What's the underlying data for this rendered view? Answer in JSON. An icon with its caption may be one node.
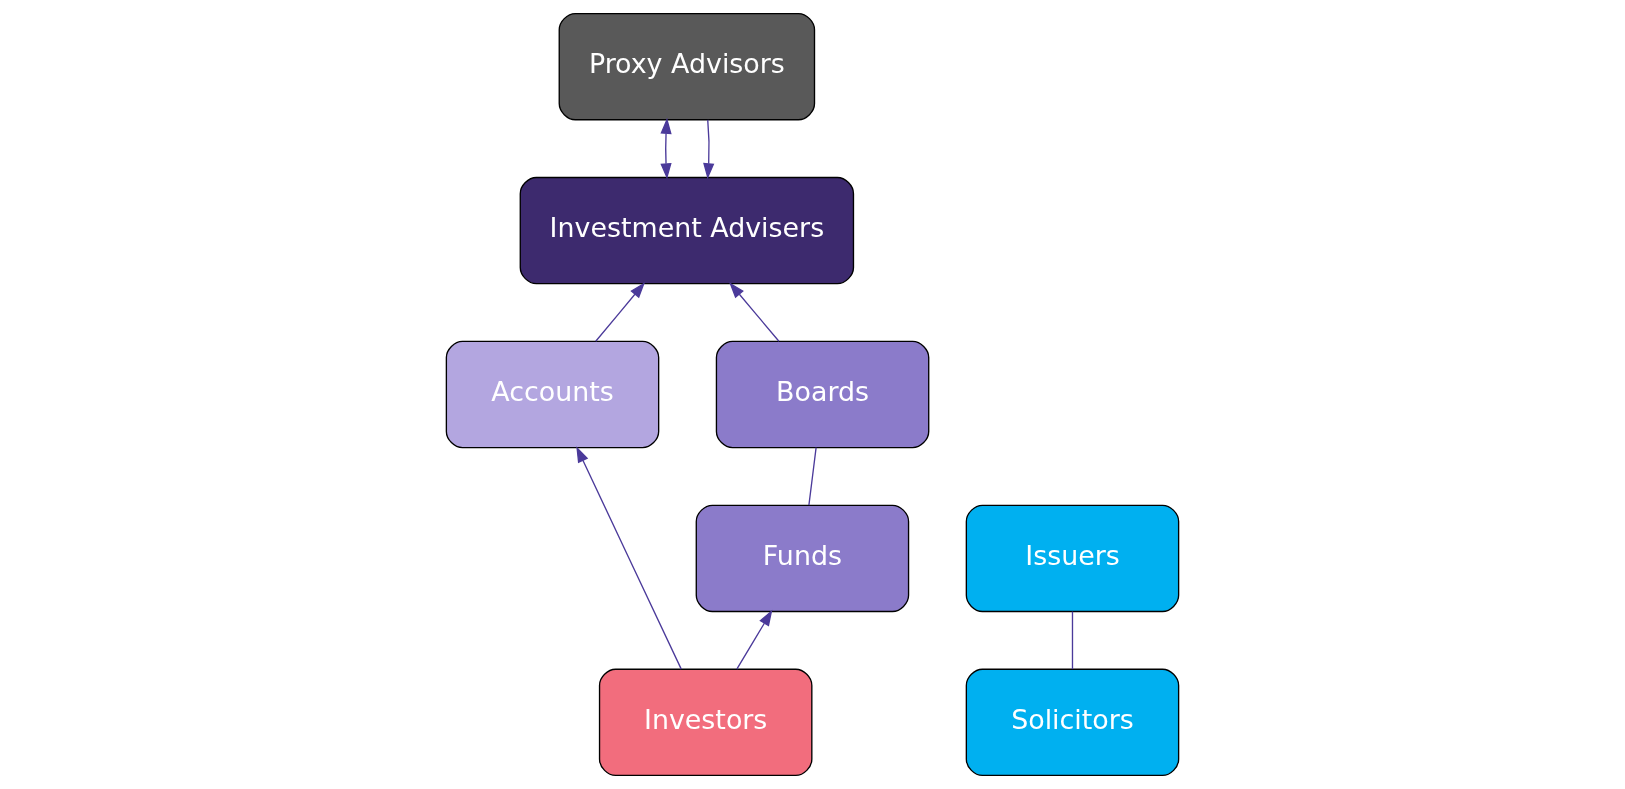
{
  "diagram": {
    "nodes": [
      {
        "text": [
          "Investment Advisers"
        ]
      },
      {
        "text": [
          "Proxy Advisors"
        ]
      },
      {
        "text": [
          "Boards"
        ]
      },
      {
        "text": [
          "Accounts"
        ]
      },
      {
        "text": [
          "Issuers"
        ]
      },
      {
        "text": [
          "Funds"
        ]
      },
      {
        "text": [
          "Solicitors"
        ]
      },
      {
        "text": [
          "Investors"
        ]
      }
    ],
    "edges": [
      {
        "from": 1,
        "to": 0,
        "arrow": "to"
      },
      {
        "from": 0,
        "to": 1,
        "arrow": "both"
      },
      {
        "from": 2,
        "to": 0,
        "arrow": "to"
      },
      {
        "from": 3,
        "to": 0,
        "arrow": "to"
      },
      {
        "from": 2,
        "to": 5,
        "arrow": "none"
      },
      {
        "from": 7,
        "to": 5,
        "arrow": "to"
      },
      {
        "from": 7,
        "to": 3,
        "arrow": "to"
      },
      {
        "from": 4,
        "to": 6,
        "arrow": "none"
      }
    ]
  }
}
